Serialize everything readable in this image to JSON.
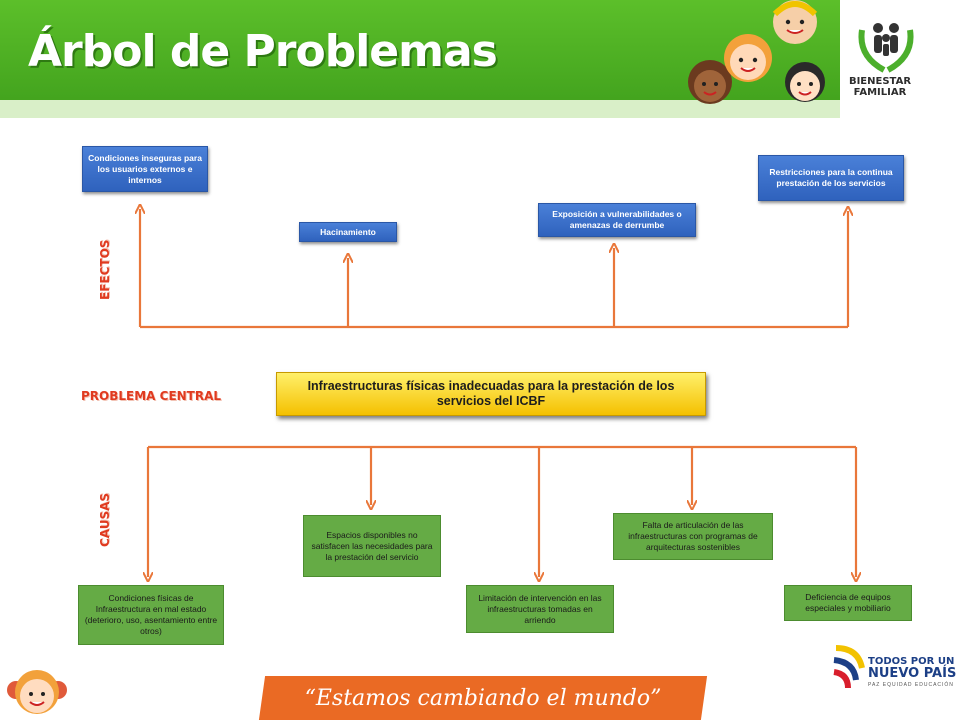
{
  "header": {
    "title": "Árbol de Problemas",
    "logo_text": "BIENESTAR FAMILIAR"
  },
  "labels": {
    "effects": "EFECTOS",
    "central": "PROBLEMA CENTRAL",
    "causes": "CAUSAS"
  },
  "effects": [
    "Condiciones inseguras para los usuarios externos e internos",
    "Hacinamiento",
    "Exposición a vulnerabilidades o amenazas de derrumbe",
    "Restricciones para la continua prestación de los servicios"
  ],
  "central_problem": "Infraestructuras físicas inadecuadas para la prestación de los servicios del ICBF",
  "causes": [
    "Condiciones físicas de Infraestructura en mal estado (deterioro, uso, asentamiento entre otros)",
    "Espacios disponibles no satisfacen las necesidades para la prestación del servicio",
    "Limitación de intervención en las infraestructuras tomadas en arriendo",
    "Falta de articulación de las infraestructuras con programas de arquitecturas sostenibles",
    "Deficiencia de equipos especiales y mobiliario"
  ],
  "footer": {
    "slogan": "“Estamos cambiando el mundo”",
    "gov_line1": "TODOS POR UN",
    "gov_line2": "NUEVO PAÍS",
    "gov_sub": "PAZ  EQUIDAD  EDUCACIÓN"
  },
  "colors": {
    "header_green": "#4fae24",
    "effect_blue": "#3a6fcc",
    "cause_green": "#65ab45",
    "central_yellow": "#f7d21c",
    "connector_orange": "#e9773a",
    "label_red": "#e03a1f",
    "slogan_orange": "#ea6a24"
  }
}
